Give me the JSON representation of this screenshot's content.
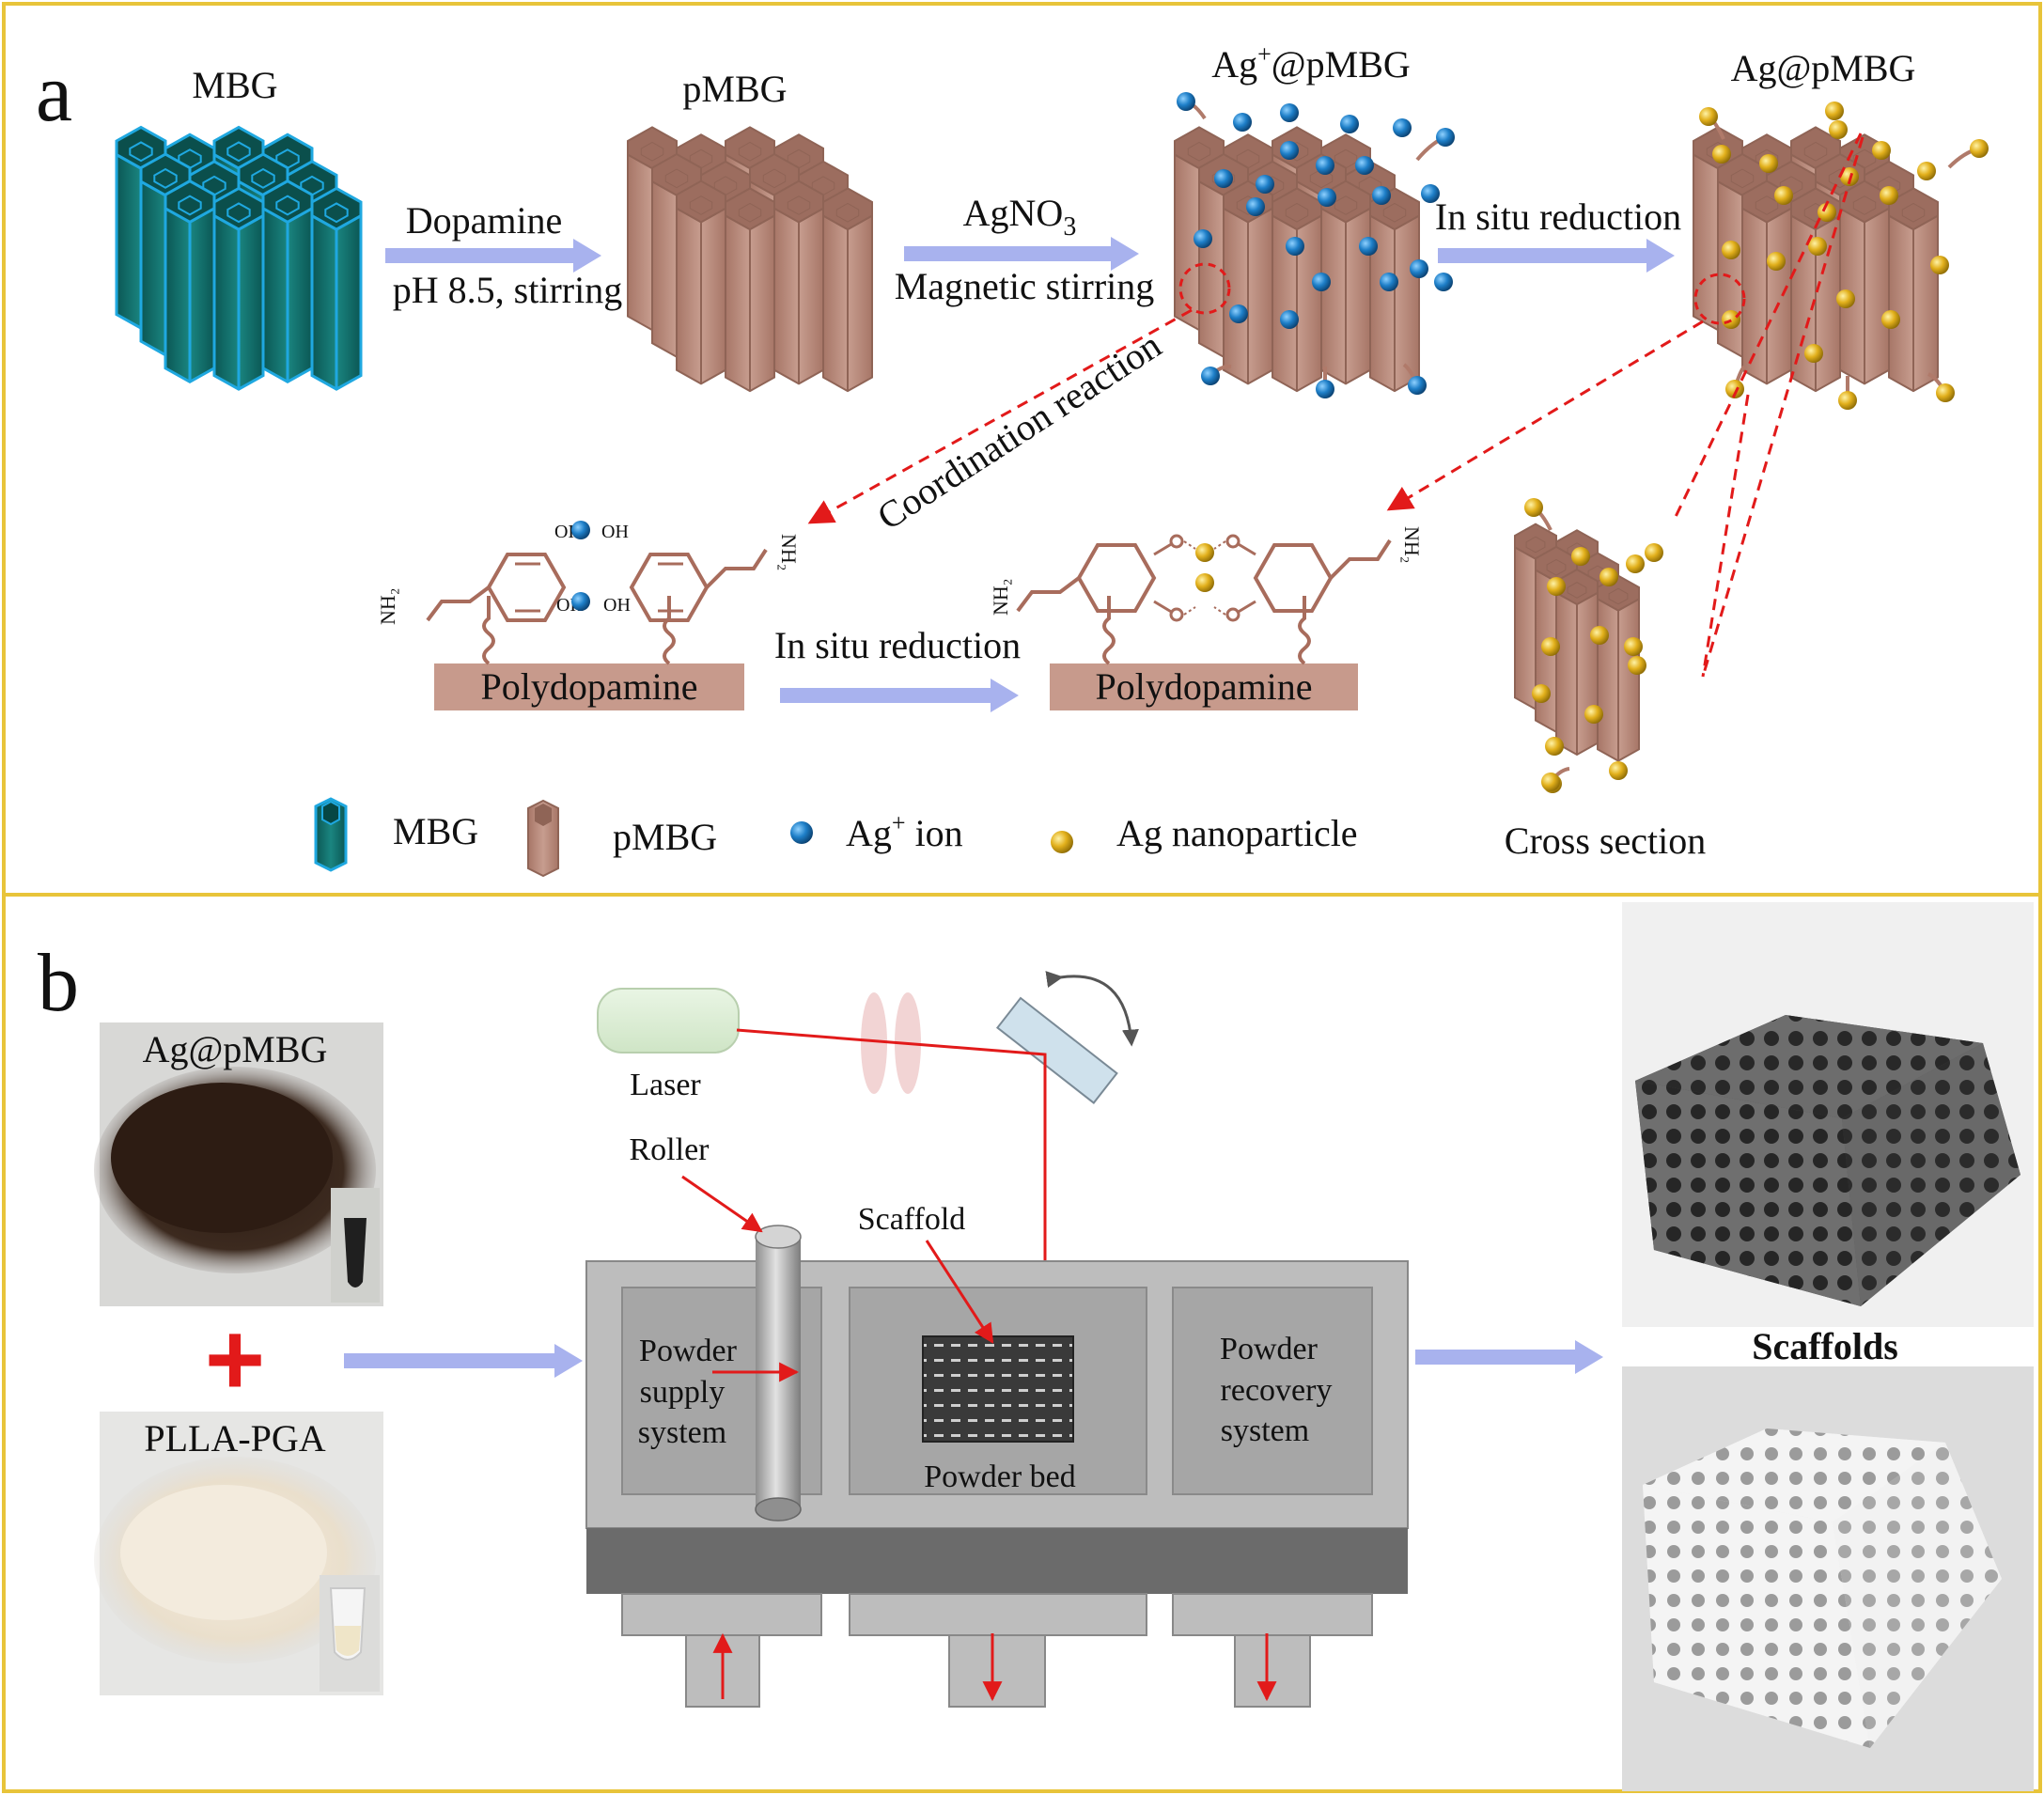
{
  "panel_a": {
    "letter": "a",
    "stages": {
      "mbg": "MBG",
      "pmbg": "pMBG",
      "ag_ion_pmbg_prefix": "Ag",
      "ag_ion_pmbg_sup": "+",
      "ag_ion_pmbg_suffix": "@pMBG",
      "ag_pmbg": "Ag@pMBG"
    },
    "arrows": {
      "step1_top": "Dopamine",
      "step1_bottom": "pH 8.5, stirring",
      "step2_top_prefix": "AgNO",
      "step2_top_sub": "3",
      "step2_bottom": "Magnetic stirring",
      "step3": "In situ reduction",
      "coordination": "Coordination reaction",
      "reduction_lower": "In situ reduction"
    },
    "chem": {
      "substrate_left": "Polydopamine",
      "substrate_right": "Polydopamine",
      "amine": "NH₂",
      "hydroxyl": "OH"
    },
    "cross_section": "Cross section",
    "legend": {
      "mbg": "MBG",
      "pmbg": "pMBG",
      "ag_ion_prefix": "Ag",
      "ag_ion_sup": "+",
      "ag_ion_suffix": " ion",
      "ag_np": "Ag nanoparticle"
    }
  },
  "panel_b": {
    "letter": "b",
    "powder1": "Ag@pMBG",
    "plus": "+",
    "powder2": "PLLA-PGA",
    "laser": "Laser",
    "roller": "Roller",
    "scaffold": "Scaffold",
    "supply": [
      "Powder",
      "supply",
      "system"
    ],
    "bed": "Powder bed",
    "recovery": [
      "Powder",
      "recovery",
      "system"
    ],
    "scaffolds": "Scaffolds"
  },
  "colors": {
    "frame": "#e8c43a",
    "mbg_teal": "#0e6e6a",
    "mbg_edge": "#1fa8e0",
    "pmbg_brown": "#b98a7c",
    "ag_ion_blue": "#1e7fc8",
    "ag_np_gold": "#e2b01c",
    "process_arrow": "#a8b2ee",
    "red_laser": "#e21a1a"
  }
}
